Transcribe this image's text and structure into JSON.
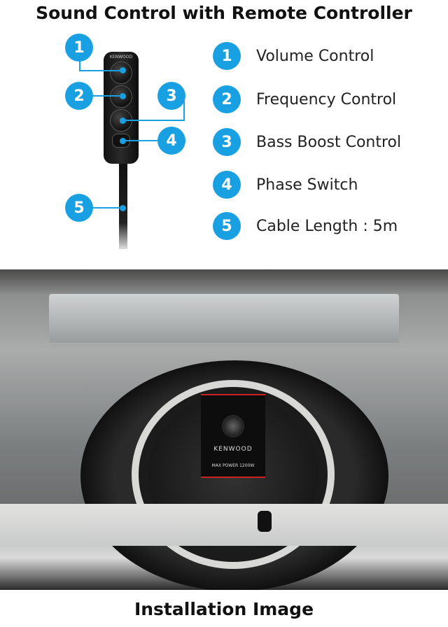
{
  "title": "Sound Control with Remote Controller",
  "remote": {
    "brand": "KENWOOD"
  },
  "callouts": [
    "1",
    "2",
    "3",
    "4",
    "5"
  ],
  "features": [
    {
      "number": "1",
      "label": "Volume Control"
    },
    {
      "number": "2",
      "label": "Frequency Control"
    },
    {
      "number": "3",
      "label": "Bass Boost Control"
    },
    {
      "number": "4",
      "label": "Phase Switch"
    },
    {
      "number": "5",
      "label": "Cable Length : 5m"
    }
  ],
  "photo": {
    "brand": "KENWOOD",
    "power": "MAX POWER 1200W"
  },
  "caption": "Installation Image",
  "colors": {
    "accent": "#18a0e2"
  }
}
